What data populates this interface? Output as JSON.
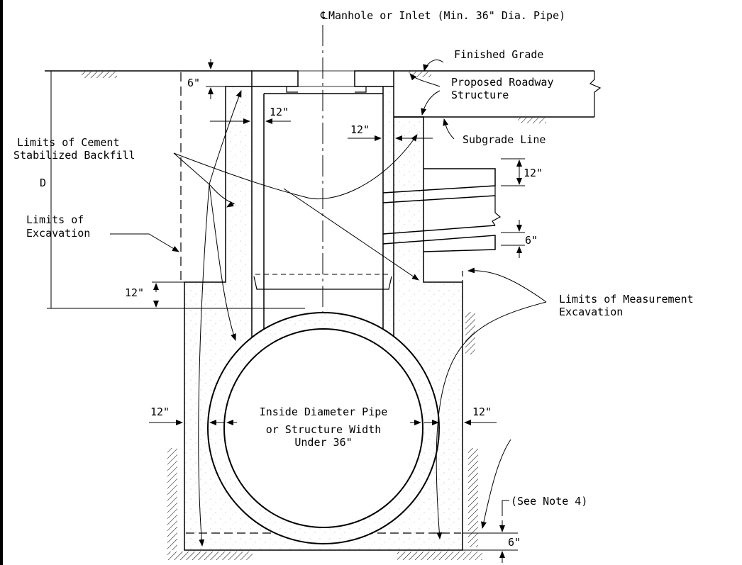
{
  "labels": {
    "centerline": "Manhole or Inlet (Min. 36\" Dia. Pipe)",
    "finished_grade": "Finished Grade",
    "proposed_roadway_1": "Proposed Roadway",
    "proposed_roadway_2": "Structure",
    "subgrade_line": "Subgrade Line",
    "cement_backfill_1": "Limits of Cement",
    "cement_backfill_2": "Stabilized Backfill",
    "limits_excavation_1": "Limits of",
    "limits_excavation_2": "Excavation",
    "depth": "D",
    "measurement_excavation_1": "Limits of Measurement",
    "measurement_excavation_2": "Excavation",
    "inside_diameter_1": "Inside Diameter Pipe",
    "inside_diameter_2": "or Structure Width",
    "inside_diameter_3": "Under 36\"",
    "see_note": "(See Note 4)"
  },
  "dimensions": {
    "top_6": "6\"",
    "wall_12": "12\"",
    "right_wall_12": "12\"",
    "pipe_12": "12\"",
    "pipe_6": "6\"",
    "left_step_12": "12\"",
    "left_side_12": "12\"",
    "right_side_12": "12\"",
    "bottom_6": "6\""
  }
}
